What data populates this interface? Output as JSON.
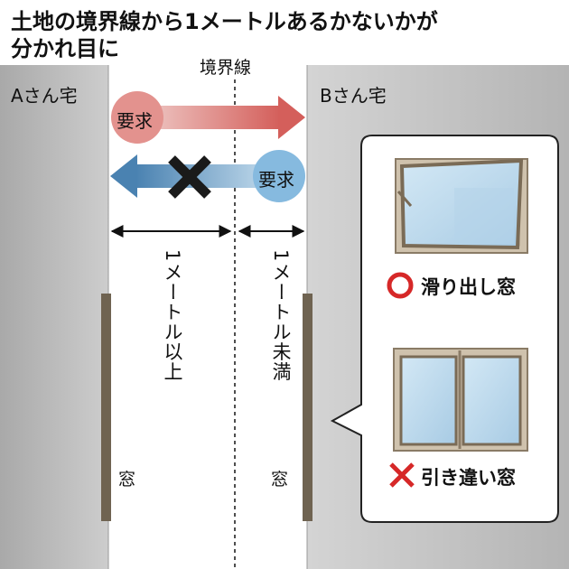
{
  "title": {
    "line1": "土地の境界線から1メートルあるかないかが",
    "line2": "分かれ目に"
  },
  "labels": {
    "boundary": "境界線",
    "house_a": "Aさん宅",
    "house_b": "Bさん宅",
    "request_a": "要求",
    "request_b": "要求",
    "distance_left": "1メートル以上",
    "distance_right": "1メートル未満",
    "window_left": "窓",
    "window_right": "窓"
  },
  "legend": {
    "sliding_out_window": {
      "mark": "〇",
      "label": "滑り出し窓"
    },
    "double_sliding_window": {
      "mark": "✕",
      "label": "引き違い窓"
    }
  },
  "colors": {
    "wall": "#c4c4c4",
    "arrow_red": "#d66a66",
    "circle_red": "#e08f8b",
    "arrow_blue": "#4f86b4",
    "circle_blue": "#84b8dd",
    "cross": "#1a1a1a",
    "window_frame": "#8a7b66",
    "glass": "#bcd9ec",
    "ok_mark": "#d62828",
    "ng_mark": "#d62828"
  }
}
